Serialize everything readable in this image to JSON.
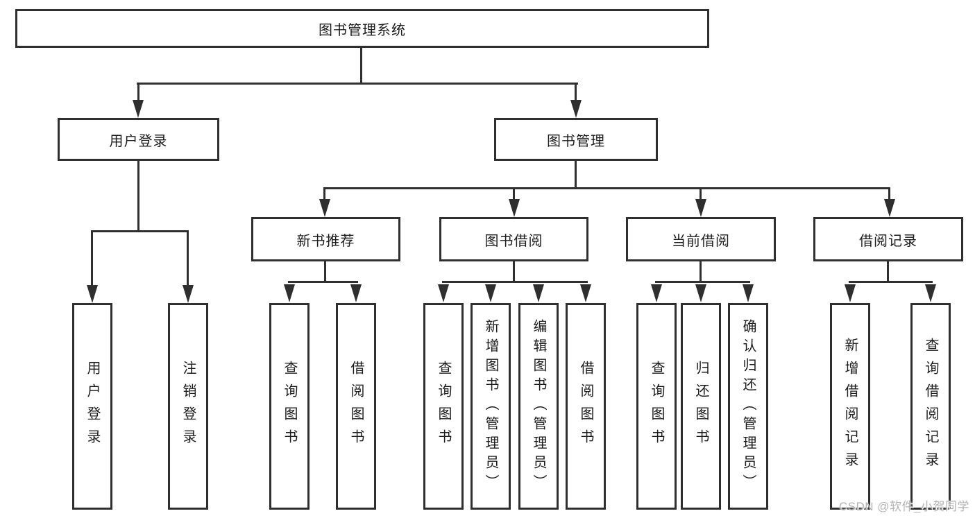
{
  "root": {
    "label": "图书管理系统"
  },
  "branches": {
    "user_login": {
      "label": "用户登录"
    },
    "book_mgmt": {
      "label": "图书管理"
    }
  },
  "modules": {
    "new_books": {
      "label": "新书推荐"
    },
    "book_borrow": {
      "label": "图书借阅"
    },
    "current_borrow": {
      "label": "当前借阅"
    },
    "borrow_records": {
      "label": "借阅记录"
    }
  },
  "leaves": {
    "login": "用户登录",
    "logout": "注销登录",
    "newbooks_query": "查询图书",
    "newbooks_borrow": "借阅图书",
    "borrow_query": "查询图书",
    "borrow_add": "新增图书（管理员）",
    "borrow_edit": "编辑图书（管理员）",
    "borrow_lend": "借阅图书",
    "current_query": "查询图书",
    "current_return": "归还图书",
    "current_confirm": "确认归还（管理员）",
    "records_add": "新增借阅记录",
    "records_query": "查询借阅记录"
  },
  "watermark": {
    "text": "CSDN @软件_小贺同学"
  },
  "colors": {
    "line": "#2f2f2f",
    "text": "#1c1c1c",
    "watermark": "#b3b3b3"
  }
}
